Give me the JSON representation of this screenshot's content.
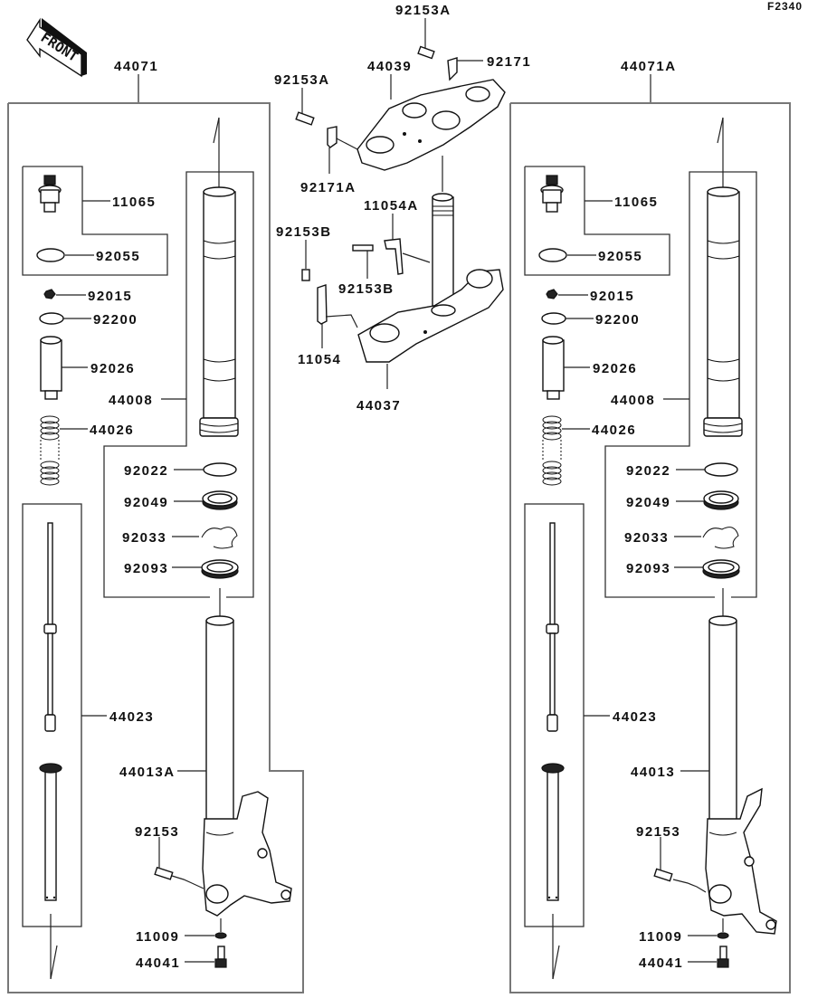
{
  "diagram": {
    "code": "F2340",
    "front_label": "FRONT",
    "assemblies": {
      "left": {
        "label": "44071"
      },
      "right": {
        "label": "44071A"
      }
    },
    "center": {
      "top_bolt_right": "92153A",
      "top_clamp_right": "92171",
      "upper_bracket": "44039",
      "top_bolt_left": "92153A",
      "top_clamp_left": "92171A",
      "stem_clamp": "11054A",
      "lower_bolt_left": "92153B",
      "lower_bolt_right": "92153B",
      "lower_clamp": "11054",
      "lower_bracket": "44037"
    },
    "left_fork": {
      "cap_bolt": "11065",
      "o_ring": "92055",
      "nut": "92015",
      "washer": "92200",
      "collar": "92026",
      "spring": "44026",
      "outer_tube": "44008",
      "bushing": "92022",
      "oil_seal": "92049",
      "circlip": "92033",
      "dust_seal": "92093",
      "damper_rod": "44023",
      "inner_tube": "44013A",
      "bolt": "92153",
      "gasket": "11009",
      "bottom_bolt": "44041"
    },
    "right_fork": {
      "cap_bolt": "11065",
      "o_ring": "92055",
      "nut": "92015",
      "washer": "92200",
      "collar": "92026",
      "spring": "44026",
      "outer_tube": "44008",
      "bushing": "92022",
      "oil_seal": "92049",
      "circlip": "92033",
      "dust_seal": "92093",
      "damper_rod": "44023",
      "inner_tube": "44013",
      "bolt": "92153",
      "gasket": "11009",
      "bottom_bolt": "44041"
    }
  }
}
